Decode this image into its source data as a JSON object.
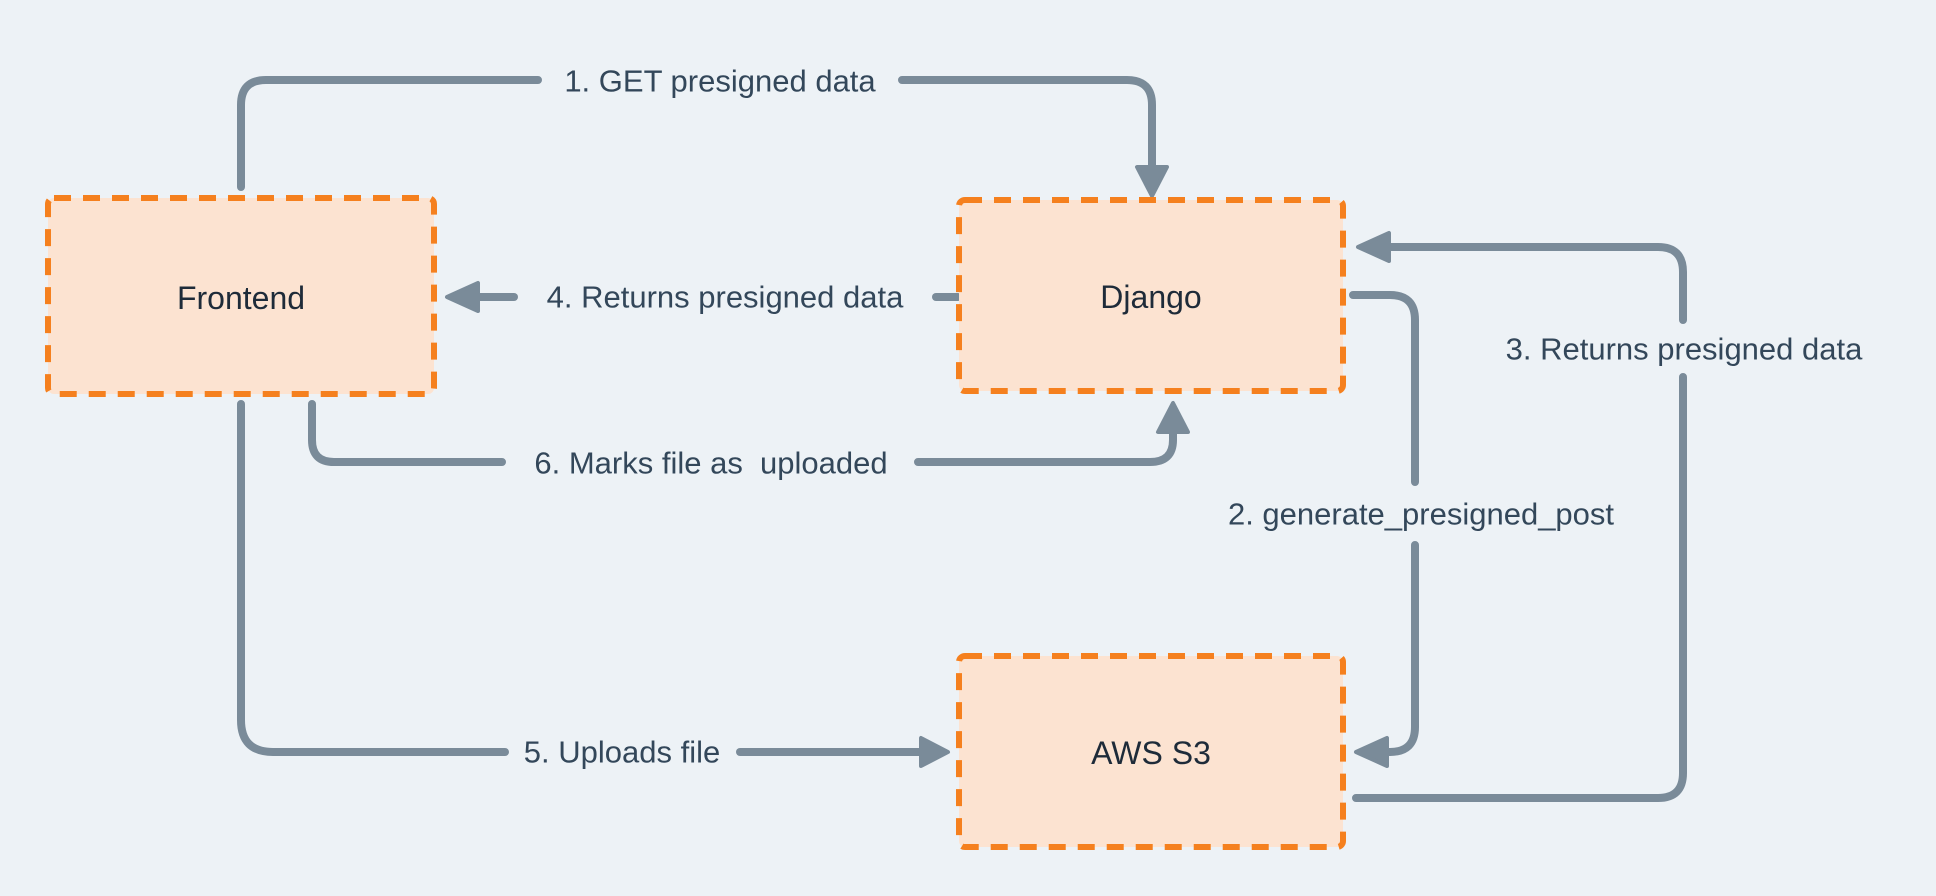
{
  "diagram": {
    "type": "flow-diagram",
    "colors": {
      "background": "#edf2f6",
      "line": "#7a8b99",
      "edge_label_text": "#33475a",
      "node_fill": "#fce3d1",
      "node_border": "#f5801e",
      "node_text": "#1e2b39"
    },
    "nodes": [
      {
        "id": "frontend",
        "label": "Frontend"
      },
      {
        "id": "django",
        "label": "Django"
      },
      {
        "id": "aws-s3",
        "label": "AWS S3"
      }
    ],
    "edges": [
      {
        "id": "1",
        "label": "1. GET presigned data",
        "from": "frontend",
        "to": "django"
      },
      {
        "id": "2",
        "label": "2. generate_presigned_post",
        "from": "django",
        "to": "aws-s3"
      },
      {
        "id": "3",
        "label": "3. Returns presigned data",
        "from": "aws-s3",
        "to": "django"
      },
      {
        "id": "4",
        "label": "4. Returns presigned data",
        "from": "django",
        "to": "frontend"
      },
      {
        "id": "5",
        "label": "5. Uploads file",
        "from": "frontend",
        "to": "aws-s3"
      },
      {
        "id": "6",
        "label": "6. Marks file as  uploaded",
        "from": "frontend",
        "to": "django"
      }
    ]
  }
}
